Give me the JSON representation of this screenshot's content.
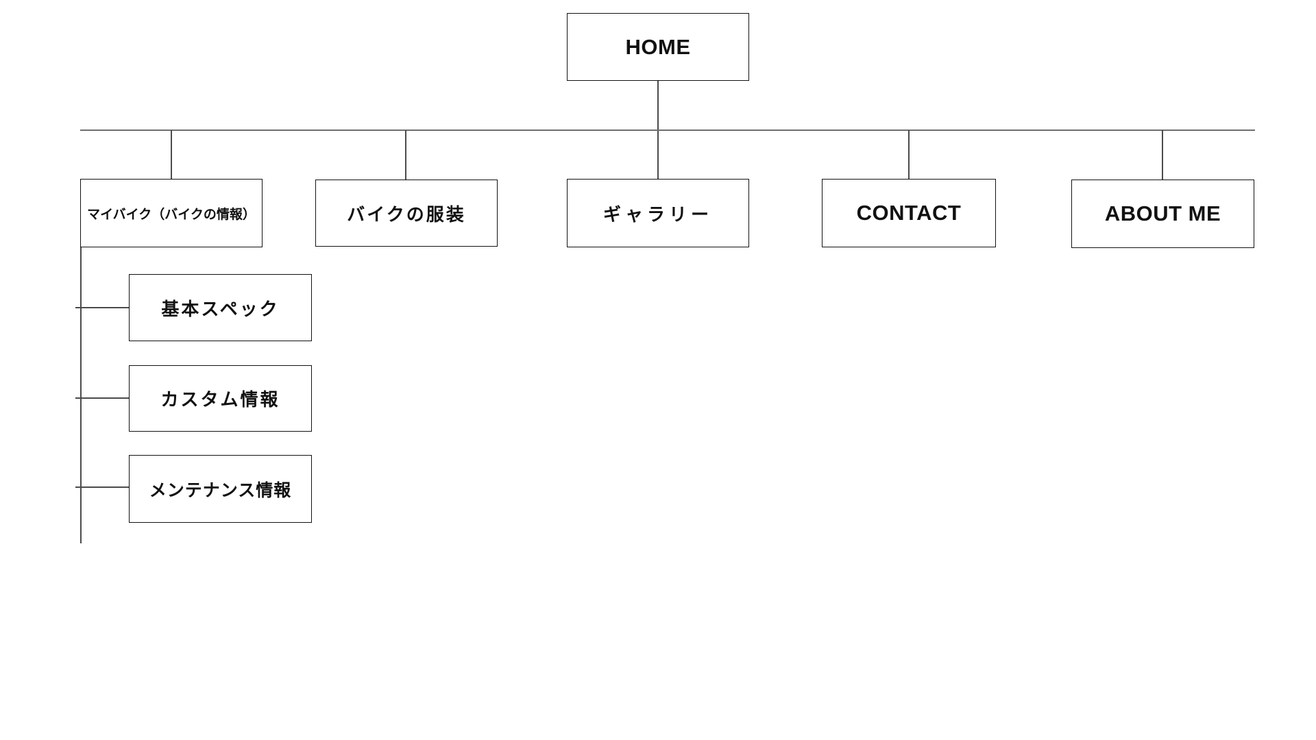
{
  "diagram": {
    "type": "sitemap-tree",
    "root": {
      "label": "HOME"
    },
    "level2": [
      {
        "id": "mybike",
        "label": "マイバイク（バイクの情報）"
      },
      {
        "id": "clothing",
        "label": "バイクの服装"
      },
      {
        "id": "gallery",
        "label": "ギャラリー"
      },
      {
        "id": "contact",
        "label": "CONTACT"
      },
      {
        "id": "aboutme",
        "label": "ABOUT ME"
      }
    ],
    "mybike_children": [
      {
        "id": "spec",
        "label": "基本スペック"
      },
      {
        "id": "custom",
        "label": "カスタム情報"
      },
      {
        "id": "maintenance",
        "label": "メンテナンス情報"
      }
    ],
    "colors": {
      "background": "#ffffff",
      "box_border": "#111111",
      "text": "#111111",
      "connector": "#6e6e6e"
    }
  }
}
